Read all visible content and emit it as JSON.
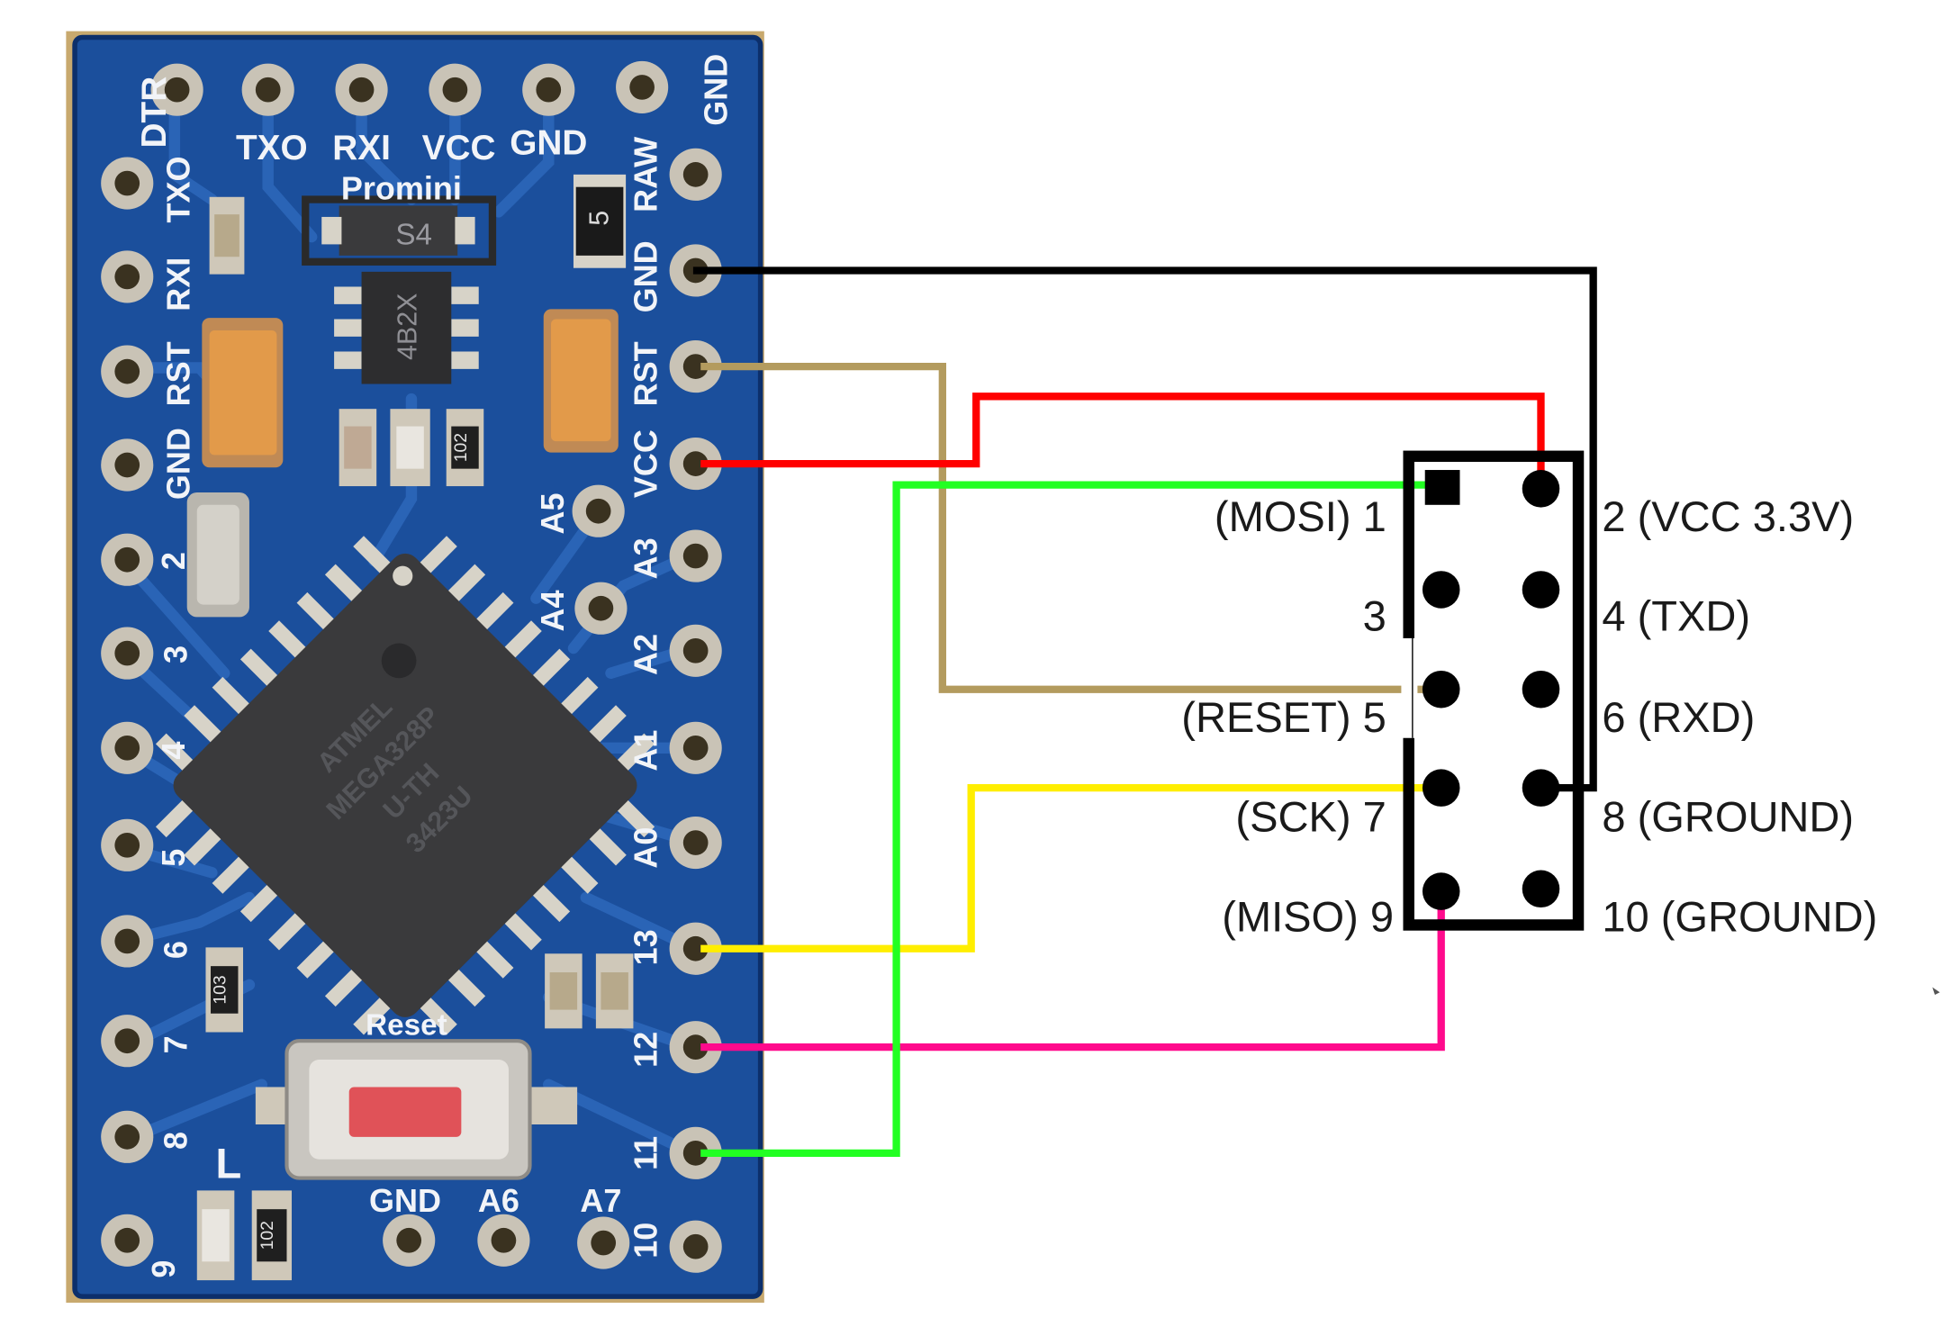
{
  "board": {
    "name": "Promini",
    "chip_lines": [
      "ATMEL",
      "MEGA328P",
      "U-TH",
      "3423U"
    ],
    "reset_button_label": "Reset",
    "led_label": "L",
    "regulator_marking": "4B2X",
    "diode_marking": "S4",
    "cap_marking": "5",
    "resistor_markings": [
      "102",
      "103",
      "102"
    ],
    "top_header": [
      "DTR",
      "TXO",
      "RXI",
      "VCC",
      "GND"
    ],
    "left_pins": [
      "TXO",
      "RXI",
      "RST",
      "GND",
      "2",
      "3",
      "4",
      "5",
      "6",
      "7",
      "8",
      "9"
    ],
    "right_pins": [
      "GND",
      "RAW",
      "GND",
      "RST",
      "VCC",
      "A3",
      "A2",
      "A1",
      "A0",
      "13",
      "12",
      "11",
      "10"
    ],
    "inner_pins": [
      "A5",
      "A4"
    ],
    "bottom_pins": [
      "GND",
      "A6",
      "A7"
    ]
  },
  "connector": {
    "pins": [
      {
        "num": "1",
        "label": "(MOSI) 1"
      },
      {
        "num": "2",
        "label": "2 (VCC 3.3V)"
      },
      {
        "num": "3",
        "label": "3"
      },
      {
        "num": "4",
        "label": "4 (TXD)"
      },
      {
        "num": "5",
        "label": "(RESET) 5"
      },
      {
        "num": "6",
        "label": "6 (RXD)"
      },
      {
        "num": "7",
        "label": "(SCK) 7"
      },
      {
        "num": "8",
        "label": "8 (GROUND)"
      },
      {
        "num": "9",
        "label": "(MISO) 9"
      },
      {
        "num": "10",
        "label": "10 (GROUND)"
      }
    ]
  },
  "wires": [
    {
      "from": "GND",
      "to": "8",
      "color": "#000000"
    },
    {
      "from": "RST",
      "to": "5",
      "color": "#b39b5e"
    },
    {
      "from": "VCC",
      "to": "2",
      "color": "#ff0000"
    },
    {
      "from": "13",
      "to": "7",
      "color": "#ffee00"
    },
    {
      "from": "12",
      "to": "9",
      "color": "#ff0a8c"
    },
    {
      "from": "11",
      "to": "1",
      "color": "#22ff22"
    }
  ],
  "colors": {
    "pcb": "#1b4f9c",
    "pcb_edge": "#0c2f6b",
    "trace": "#2a64b6",
    "pad": "#c9c3b6",
    "hole": "#3a3220"
  }
}
